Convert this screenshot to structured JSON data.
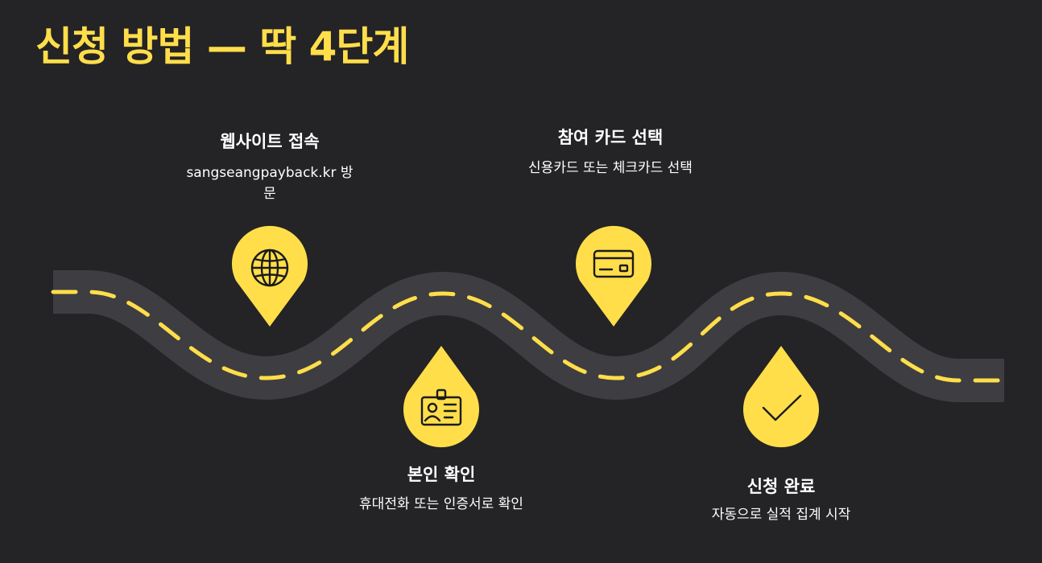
{
  "title": "신청 방법 — 딱 4단계",
  "colors": {
    "accent": "#ffde4a",
    "road": "#3e3d42",
    "background": "#242326",
    "text": "#ffffff"
  },
  "steps": [
    {
      "title": "웹사이트 접속",
      "description": "sangseangpayback.kr 방문",
      "icon": "globe-icon"
    },
    {
      "title": "본인 확인",
      "description": "휴대전화 또는 인증서로 확인",
      "icon": "id-card-icon"
    },
    {
      "title": "참여 카드 선택",
      "description": "신용카드 또는 체크카드 선택",
      "icon": "credit-card-icon"
    },
    {
      "title": "신청 완료",
      "description": "자동으로 실적 집계 시작",
      "icon": "checkmark-icon"
    }
  ]
}
